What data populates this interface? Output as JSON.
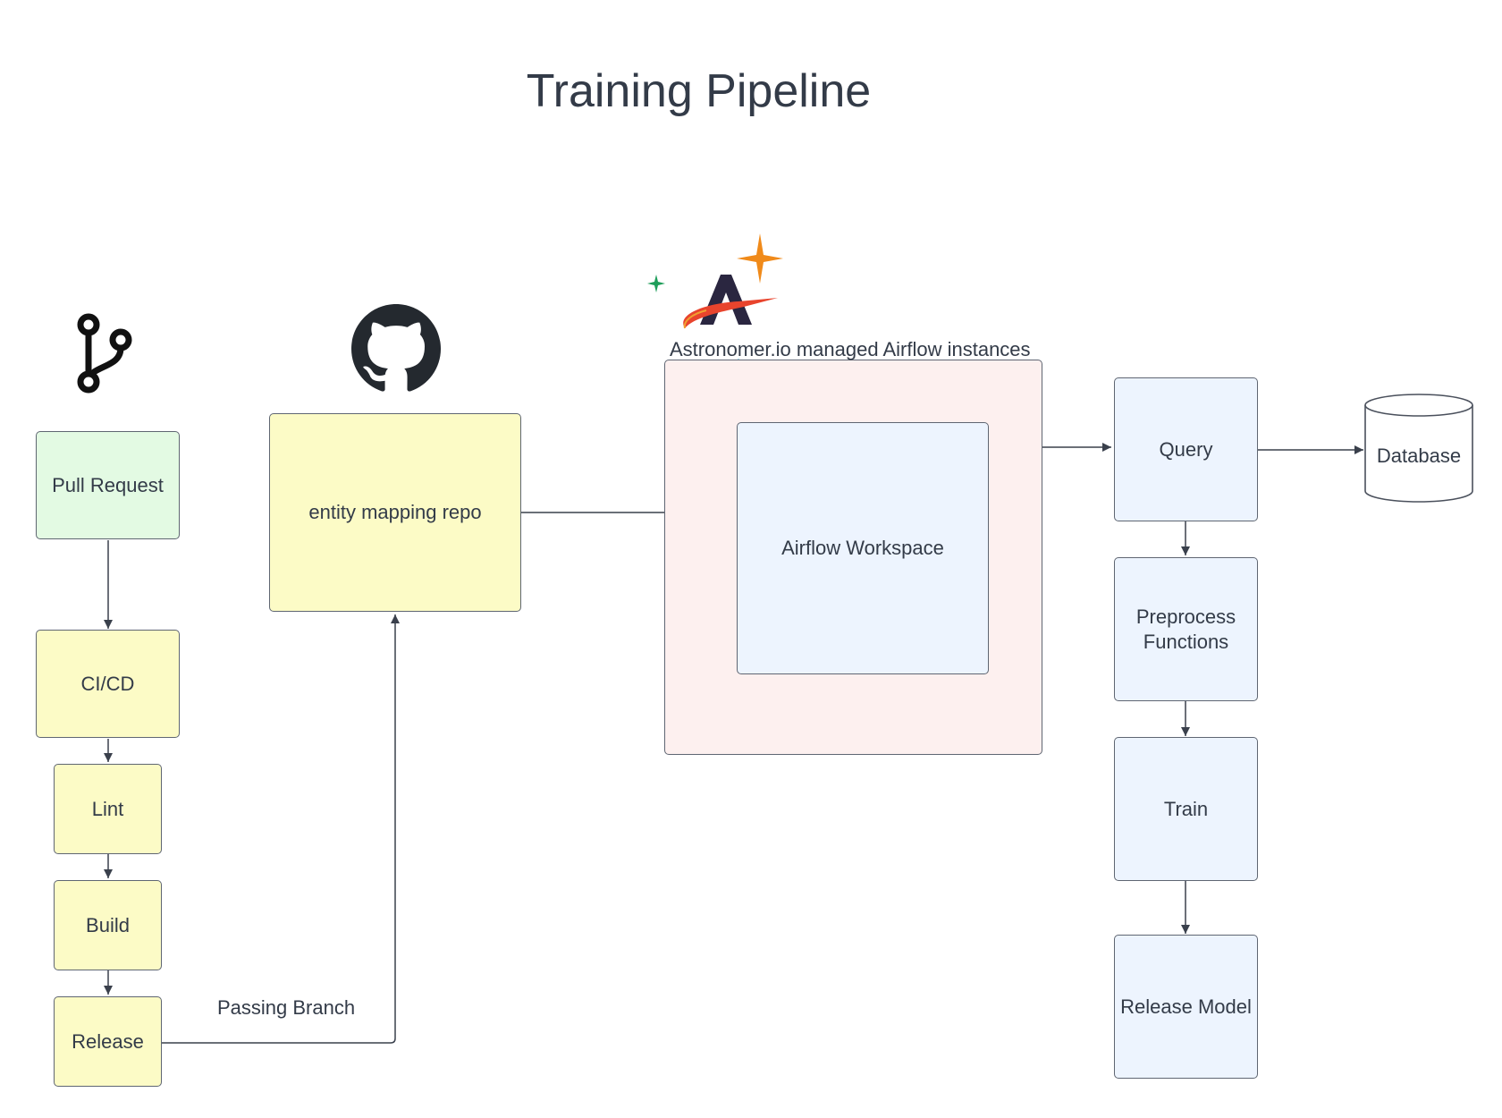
{
  "title": "Training Pipeline",
  "nodes": {
    "pull_request": "Pull Request",
    "cicd": "CI/CD",
    "lint": "Lint",
    "build": "Build",
    "release": "Release",
    "repo": "entity mapping repo",
    "astronomer_label": "Astronomer.io managed Airflow instances",
    "airflow_workspace": "Airflow Workspace",
    "query": "Query",
    "preprocess": "Preprocess Functions",
    "train": "Train",
    "release_model": "Release Model",
    "database": "Database"
  },
  "edge_labels": {
    "passing_branch": "Passing Branch"
  },
  "icons": [
    "git-branch-icon",
    "github-icon",
    "astronomer-logo",
    "airflow-logo",
    "sparkle-icon"
  ],
  "colors": {
    "green_fill": "#e3fae3",
    "yellow_fill": "#fcfbc6",
    "blue_fill": "#edf4fe",
    "pink_fill": "#fdf0ef",
    "stroke": "#5f6672",
    "text": "#333b48"
  }
}
